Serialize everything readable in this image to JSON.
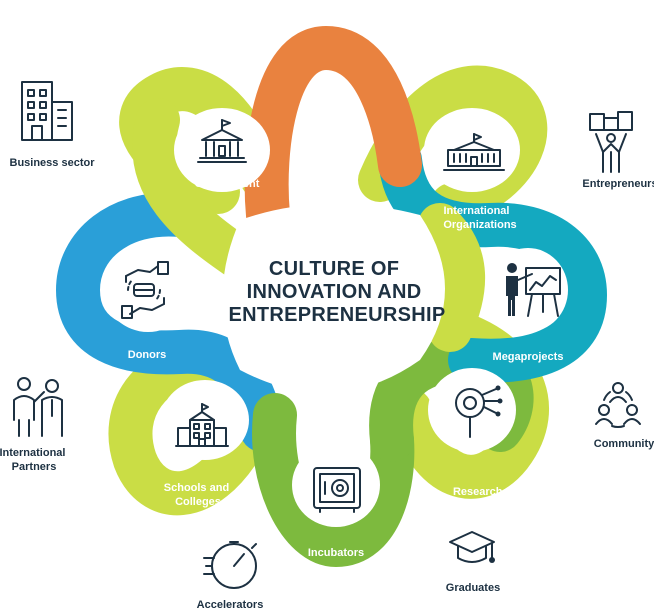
{
  "center_title": [
    "CULTURE OF",
    "INNOVATION AND",
    "ENTREPRENEURSHIP"
  ],
  "colors": {
    "orange": "#e9823f",
    "teal": "#14a9c0",
    "green": "#7dba3e",
    "blue": "#2a9fd8",
    "lime": "#cadd45",
    "ink": "#1d3142"
  },
  "loops": [
    {
      "label_lines": [
        "Government"
      ],
      "icon": "government-building-icon",
      "color": "orange"
    },
    {
      "label_lines": [
        "International",
        "Organizations"
      ],
      "icon": "institution-icon",
      "color": "teal"
    },
    {
      "label_lines": [
        "Megaprojects"
      ],
      "icon": "presenter-board-icon",
      "color": "teal"
    },
    {
      "label_lines": [
        "Researchers"
      ],
      "icon": "research-magnifier-icon",
      "color": "green"
    },
    {
      "label_lines": [
        "Incubators"
      ],
      "icon": "safe-icon",
      "color": "green"
    },
    {
      "label_lines": [
        "Schools and",
        "Colleges"
      ],
      "icon": "school-building-icon",
      "color": "lime"
    },
    {
      "label_lines": [
        "Donors"
      ],
      "icon": "donation-hands-icon",
      "color": "blue"
    }
  ],
  "outer": [
    {
      "label_lines": [
        "Business sector"
      ],
      "icon": "office-buildings-icon"
    },
    {
      "label_lines": [
        "Entrepreneurs"
      ],
      "icon": "entrepreneur-icon"
    },
    {
      "label_lines": [
        "Community"
      ],
      "icon": "community-network-icon"
    },
    {
      "label_lines": [
        "Graduates"
      ],
      "icon": "graduation-cap-icon"
    },
    {
      "label_lines": [
        "Accelerators"
      ],
      "icon": "stopwatch-speed-icon"
    },
    {
      "label_lines": [
        "International",
        "Partners"
      ],
      "icon": "partners-people-icon"
    }
  ]
}
